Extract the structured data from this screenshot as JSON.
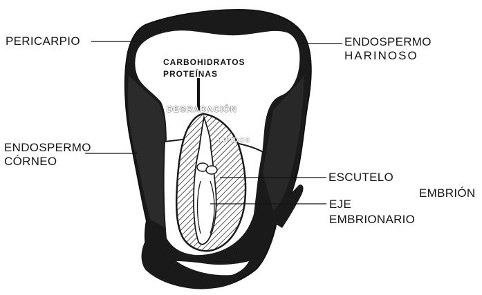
{
  "labels": {
    "pericarpio": "PERICARPIO",
    "endospermo_harinoso_1": "ENDOSPERMO",
    "endospermo_harinoso_2": "HARINOSO",
    "carbohidratos": "CARBOHIDRATOS",
    "proteinas": "PROTEÍNAS",
    "degradacion": "DEGRADACIÓN",
    "lipidos": "LIPIDOS",
    "endospermo_corneo_1": "ENDOSPERMO",
    "endospermo_corneo_2": "CÓRNEO",
    "escutelo": "ESCUTELO",
    "embrion": "EMBRIÓN",
    "eje_1": "EJE",
    "eje_2": "EMBRIONARIO"
  }
}
